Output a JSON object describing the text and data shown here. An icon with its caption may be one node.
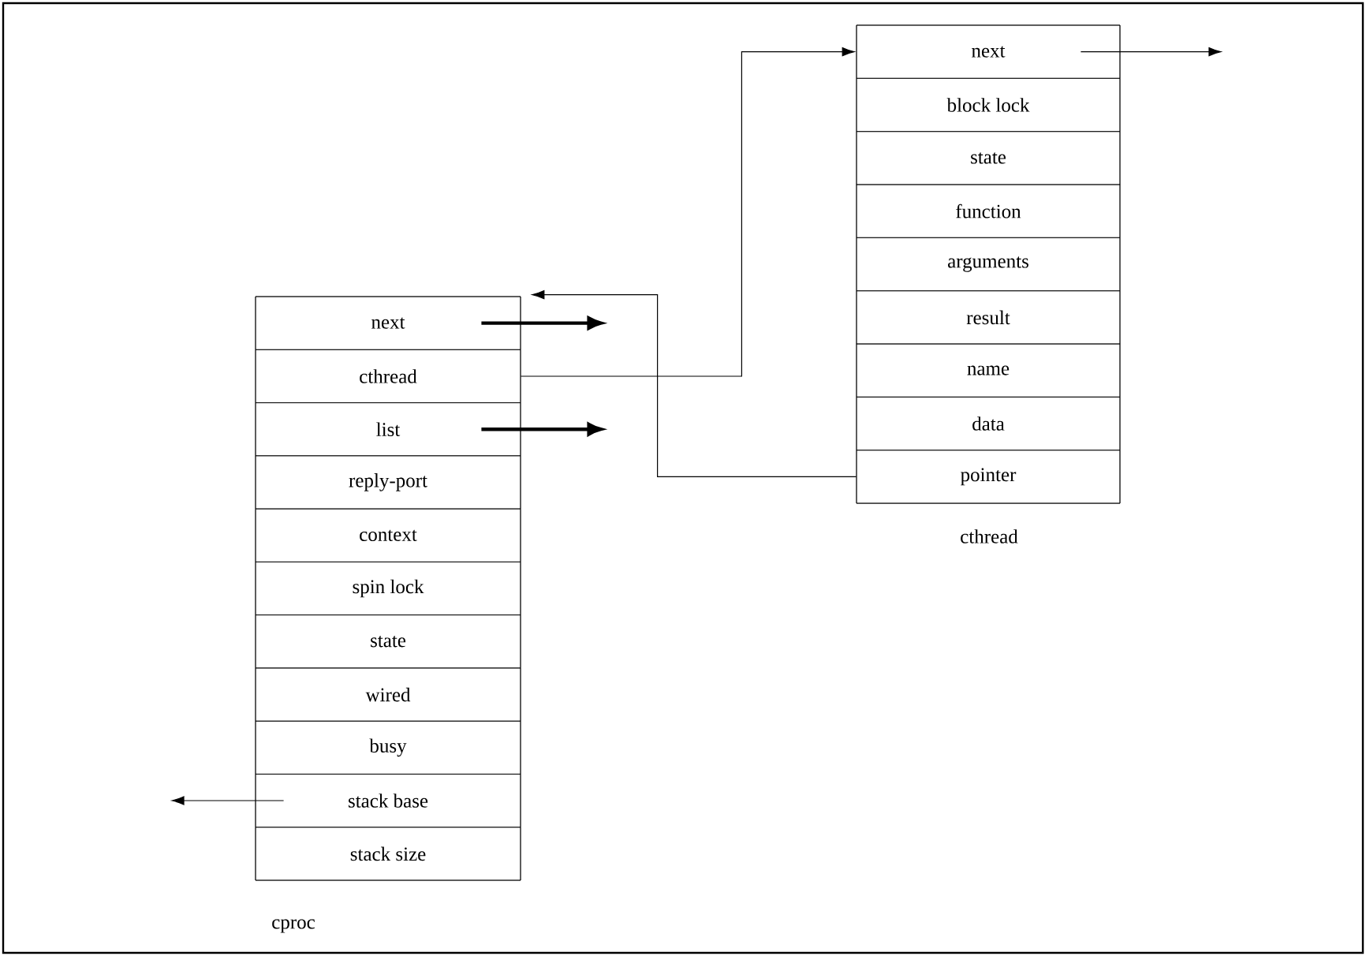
{
  "diagram": {
    "nodes": [
      {
        "text": [],
        "shape": "box",
        "beside": [
          "cproc"
        ]
      },
      {
        "text": [
          "next"
        ],
        "in": 0
      },
      {
        "text": [
          "cthread"
        ],
        "in": 0
      },
      {
        "text": [
          "list"
        ],
        "in": 0
      },
      {
        "text": [
          "reply-port"
        ],
        "in": 0
      },
      {
        "text": [
          "context"
        ],
        "in": 0
      },
      {
        "text": [
          "spin lock"
        ],
        "in": 0
      },
      {
        "text": [
          "state"
        ],
        "in": 0
      },
      {
        "text": [
          "wired"
        ],
        "in": 0
      },
      {
        "text": [
          "busy"
        ],
        "in": 0
      },
      {
        "text": [
          "stack base"
        ],
        "in": 0
      },
      {
        "text": [
          "stack size"
        ],
        "in": 0
      },
      {
        "text": [],
        "shape": "box",
        "beside": [
          "cthread"
        ]
      },
      {
        "text": [
          "next"
        ],
        "in": 12
      },
      {
        "text": [
          "block lock"
        ],
        "in": 12
      },
      {
        "text": [
          "state"
        ],
        "in": 12
      },
      {
        "text": [
          "function"
        ],
        "in": 12
      },
      {
        "text": [
          "arguments"
        ],
        "in": 12
      },
      {
        "text": [
          "result"
        ],
        "in": 12
      },
      {
        "text": [
          "name"
        ],
        "in": 12
      },
      {
        "text": [
          "data"
        ],
        "in": 12
      },
      {
        "text": [
          "pointer"
        ],
        "in": 12
      }
    ],
    "edges": [
      {
        "from": 1,
        "to": null,
        "arrow": "to",
        "style": "thick"
      },
      {
        "from": 2,
        "to": 13,
        "arrow": "to"
      },
      {
        "from": 3,
        "to": null,
        "arrow": "to",
        "style": "thick"
      },
      {
        "from": 10,
        "to": null,
        "arrow": "to"
      },
      {
        "from": 13,
        "to": null,
        "arrow": "to"
      },
      {
        "from": 21,
        "to": 0,
        "arrow": "to"
      }
    ]
  }
}
